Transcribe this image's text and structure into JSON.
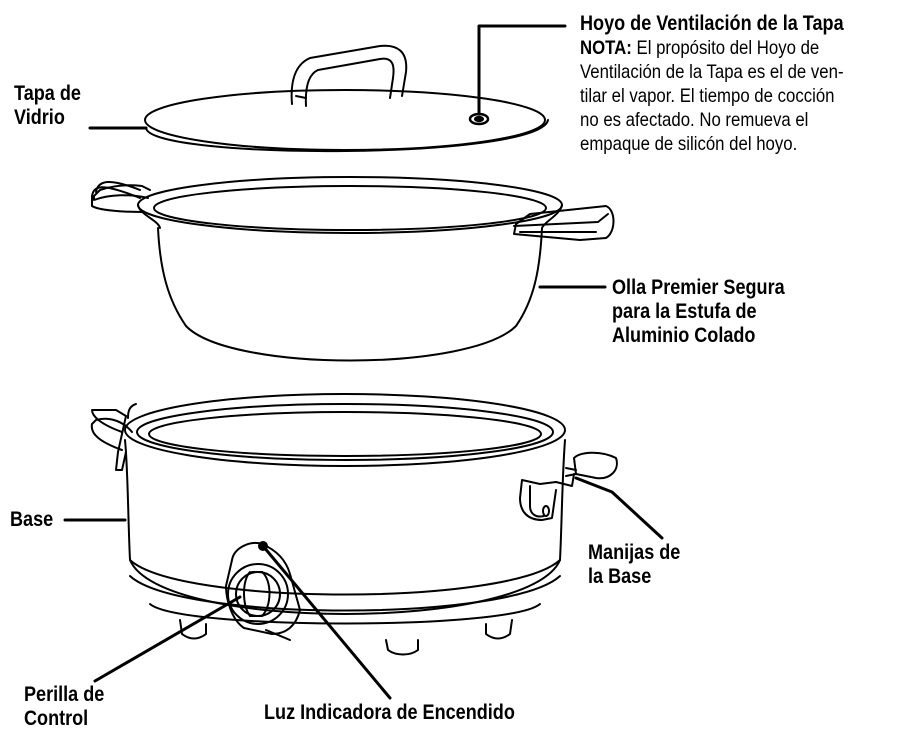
{
  "labels": {
    "lid": [
      "Tapa de",
      "Vidrio"
    ],
    "vent_title": "Hoyo de Ventilación de la Tapa",
    "vent_note_label": "NOTA:",
    "vent_note_lines": [
      "El propósito del Hoyo de",
      "Ventilación de la Tapa es el de ven-",
      "tilar el vapor. El tiempo de cocción",
      "no es afectado. No remueva el",
      "empaque de silicón del hoyo."
    ],
    "pot": [
      "Olla Premier Segura",
      "para la Estufa de",
      "Aluminio Colado"
    ],
    "base": "Base",
    "handles": [
      "Manijas de",
      "la Base"
    ],
    "knob": [
      "Perilla de",
      "Control"
    ],
    "light": "Luz Indicadora de Encendido"
  },
  "colors": {
    "line": "#000000",
    "background": "#ffffff"
  }
}
